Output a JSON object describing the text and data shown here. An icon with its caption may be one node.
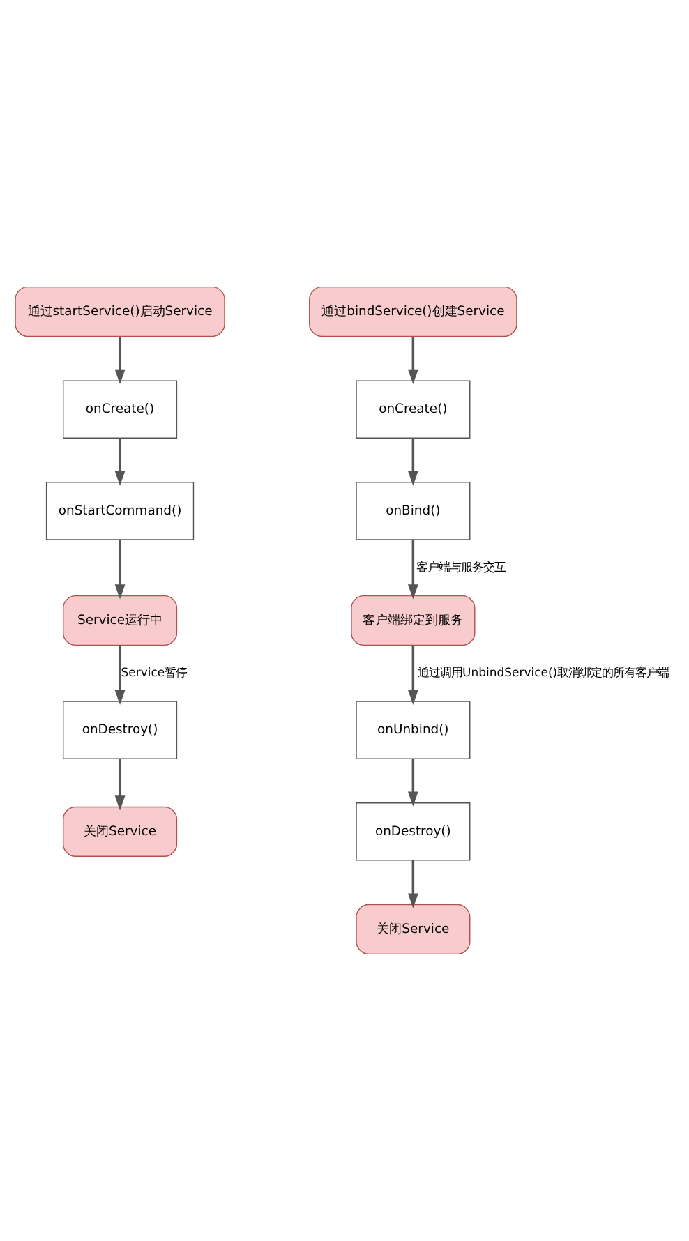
{
  "diagram": {
    "nodes": [
      {
        "text": [
          "通过startService()启动Service"
        ]
      },
      {
        "text": [
          "onCreate()"
        ]
      },
      {
        "text": [
          "onStartCommand()"
        ]
      },
      {
        "text": [
          "Service运行中"
        ]
      },
      {
        "text": [
          "onDestroy()"
        ]
      },
      {
        "text": [
          "关闭Service"
        ]
      },
      {
        "text": [
          "通过bindService()创建Service"
        ]
      },
      {
        "text": [
          "onCreate()"
        ]
      },
      {
        "text": [
          "onBind()"
        ]
      },
      {
        "text": [
          "客户端绑定到服务"
        ]
      },
      {
        "text": [
          "onUnbind()"
        ]
      },
      {
        "text": [
          "onDestroy()"
        ]
      },
      {
        "text": [
          "关闭Service"
        ]
      }
    ],
    "edges": [
      {
        "from": 0,
        "to": 1,
        "arrow": "to"
      },
      {
        "from": 1,
        "to": 2,
        "arrow": "to"
      },
      {
        "from": 2,
        "to": 3,
        "arrow": "to"
      },
      {
        "from": 3,
        "to": 4,
        "arrow": "to",
        "label": "Service暂停"
      },
      {
        "from": 4,
        "to": 5,
        "arrow": "to"
      },
      {
        "from": 6,
        "to": 7,
        "arrow": "to"
      },
      {
        "from": 7,
        "to": 8,
        "arrow": "to"
      },
      {
        "from": 8,
        "to": 9,
        "arrow": "to",
        "label": "客户端与服务交互"
      },
      {
        "from": 9,
        "to": 10,
        "arrow": "to",
        "label": "通过调用UnbindService()取消绑定的所有客户端"
      },
      {
        "from": 10,
        "to": 11,
        "arrow": "to"
      },
      {
        "from": 11,
        "to": 12,
        "arrow": "to"
      }
    ]
  }
}
